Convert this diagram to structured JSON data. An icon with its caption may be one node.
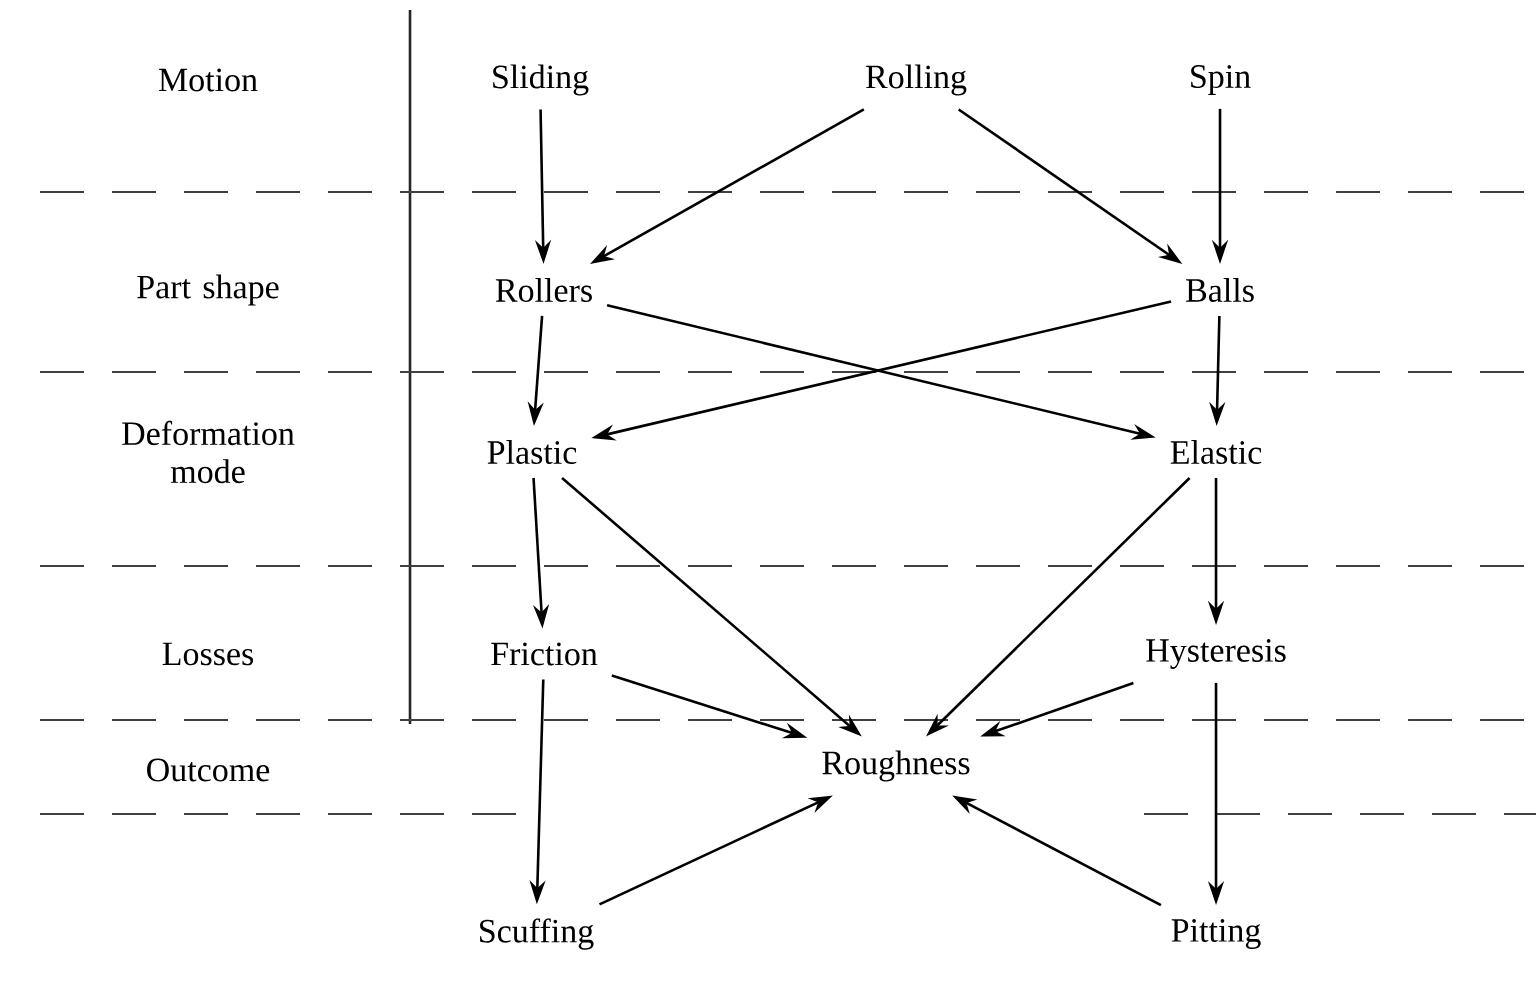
{
  "diagram": {
    "nodes": [
      {
        "text": [
          "Sliding"
        ]
      },
      {
        "text": [
          "Rolling"
        ]
      },
      {
        "text": [
          "Spin"
        ]
      },
      {
        "text": [
          "Rollers"
        ]
      },
      {
        "text": [
          "Balls"
        ]
      },
      {
        "text": [
          "Plastic"
        ]
      },
      {
        "text": [
          "Elastic"
        ]
      },
      {
        "text": [
          "Friction"
        ]
      },
      {
        "text": [
          "Hysteresis"
        ]
      },
      {
        "text": [
          "Roughness"
        ]
      },
      {
        "text": [
          "Scuffing"
        ]
      },
      {
        "text": [
          "Pitting"
        ]
      }
    ],
    "edges": [
      {
        "from": 0,
        "to": 3,
        "arrow": "to"
      },
      {
        "from": 1,
        "to": 3,
        "arrow": "to"
      },
      {
        "from": 1,
        "to": 4,
        "arrow": "to"
      },
      {
        "from": 2,
        "to": 4,
        "arrow": "to"
      },
      {
        "from": 3,
        "to": 5,
        "arrow": "to"
      },
      {
        "from": 3,
        "to": 6,
        "arrow": "to"
      },
      {
        "from": 4,
        "to": 5,
        "arrow": "to"
      },
      {
        "from": 4,
        "to": 6,
        "arrow": "to"
      },
      {
        "from": 5,
        "to": 7,
        "arrow": "to"
      },
      {
        "from": 5,
        "to": 9,
        "arrow": "to"
      },
      {
        "from": 6,
        "to": 8,
        "arrow": "to"
      },
      {
        "from": 6,
        "to": 9,
        "arrow": "to"
      },
      {
        "from": 7,
        "to": 9,
        "arrow": "to"
      },
      {
        "from": 8,
        "to": 9,
        "arrow": "to"
      },
      {
        "from": 7,
        "to": 10,
        "arrow": "to"
      },
      {
        "from": 8,
        "to": 11,
        "arrow": "to"
      },
      {
        "from": 10,
        "to": 9,
        "arrow": "to"
      },
      {
        "from": 11,
        "to": 9,
        "arrow": "to"
      }
    ],
    "labels": [
      "Motion",
      "Part shape",
      "Deformation mode",
      "Losses",
      "Outcome"
    ]
  }
}
